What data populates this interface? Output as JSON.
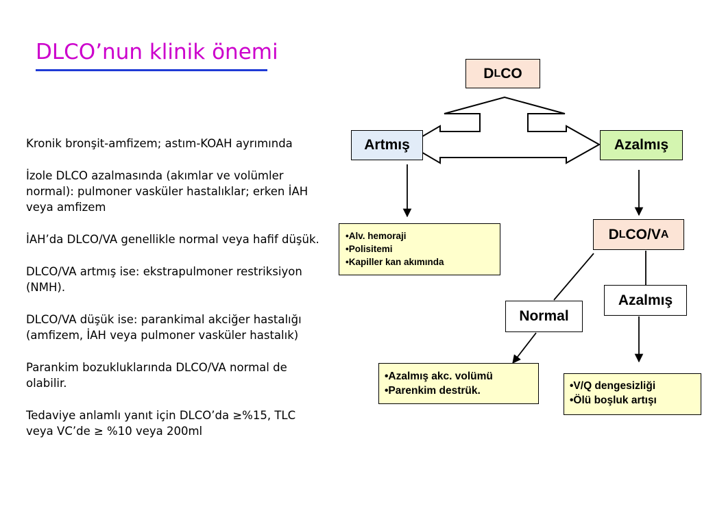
{
  "slide": {
    "title": "DLCO’nun klinik önemi"
  },
  "left_panel": {
    "paragraphs": [
      "Kronik bronşit-amfizem; astım-KOAH ayrımında",
      "İzole DLCO azalmasında (akımlar ve volümler normal): pulmoner vasküler hastalıklar; erken İAH veya amfizem",
      "İAH’da DLCO/VA genellikle normal veya hafif düşük.",
      "DLCO/VA artmış ise: ekstrapulmoner restriksiyon (NMH).",
      "DLCO/VA düşük ise: parankimal akciğer hastalığı (amfizem, İAH veya pulmoner vasküler hastalık)",
      "Parankim bozukluklarında DLCO/VA normal de olabilir.",
      "Tedaviye anlamlı yanıt için DLCO’da ≥%15, TLC veya VC’de ≥ %10 veya 200ml"
    ]
  },
  "diagram": {
    "dlco": {
      "d": "D",
      "l": "L",
      "co": "CO"
    },
    "artmis": "Artmış",
    "azalmis_top": "Azalmış",
    "dlco_va": {
      "d": "D",
      "l": "L",
      "co_slash": "CO/V",
      "a": "A"
    },
    "azalmis_mid": "Azalmış",
    "normal": "Normal",
    "artmis_causes": [
      "•Alv. hemoraji",
      "•Polisitemi",
      "•Kapiller kan akımında"
    ],
    "normal_causes": [
      "•Azalmış akc. volümü",
      "•Parenkim destrük."
    ],
    "azalmis_causes": [
      "•V/Q dengesizliği",
      "•Ölü boşluk artışı"
    ]
  }
}
